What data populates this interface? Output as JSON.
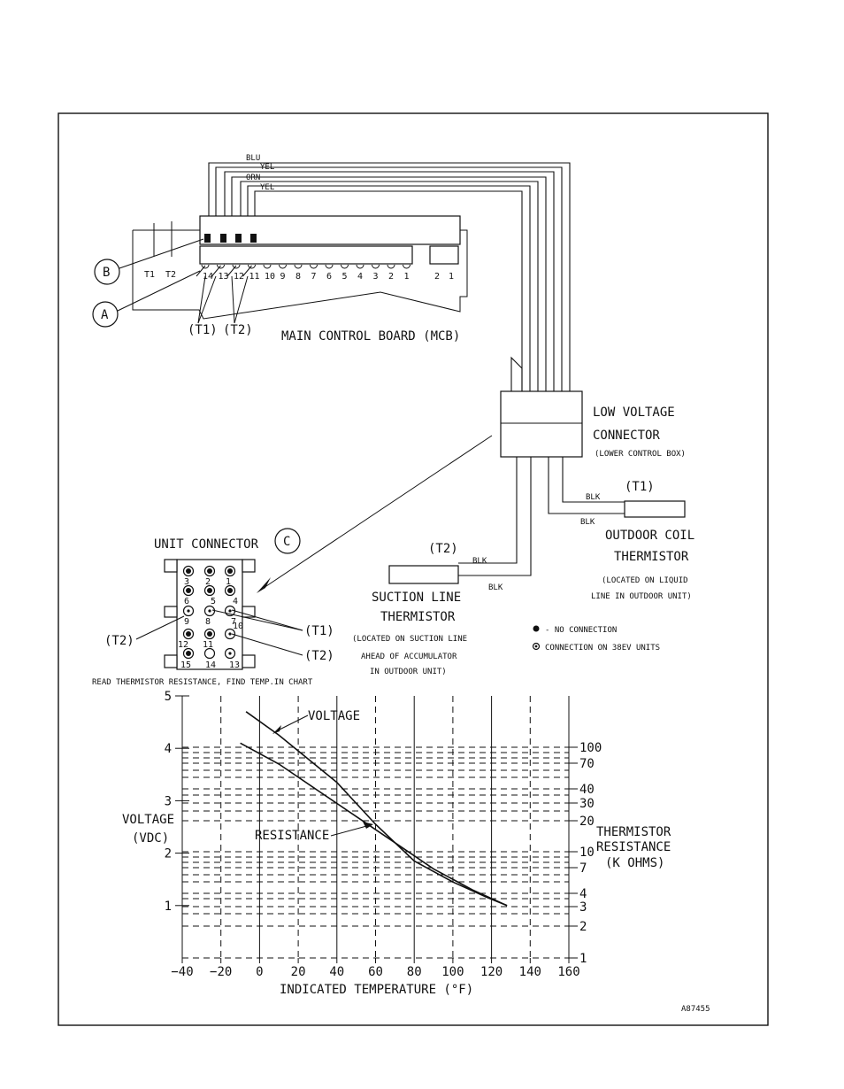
{
  "wire_colors": [
    "BLU",
    "YEL",
    "ORN",
    "YEL"
  ],
  "mcb": {
    "label": "MAIN CONTROL BOARD (MCB)",
    "t1_label": "T1",
    "t2_label": "T2",
    "callout_b": "B",
    "callout_a": "A",
    "pin_labels": [
      "14",
      "13",
      "12",
      "11",
      "10",
      "9",
      "8",
      "7",
      "6",
      "5",
      "4",
      "3",
      "2",
      "1"
    ],
    "aux_pins": [
      "2",
      "1"
    ],
    "t1_bracket": "(T1)",
    "t2_bracket": "(T2)"
  },
  "low_voltage": {
    "line1": "LOW VOLTAGE",
    "line2": "CONNECTOR",
    "note": "(LOWER CONTROL BOX)"
  },
  "outdoor_coil": {
    "tag": "(T1)",
    "wire1": "BLK",
    "wire2": "BLK",
    "line1": "OUTDOOR COIL",
    "line2": "THERMISTOR",
    "note1": "(LOCATED ON LIQUID",
    "note2": "LINE IN OUTDOOR UNIT)"
  },
  "suction_line": {
    "tag": "(T2)",
    "wire1": "BLK",
    "wire2": "BLK",
    "line1": "SUCTION LINE",
    "line2": "THERMISTOR",
    "note1": "(LOCATED ON SUCTION LINE",
    "note2": "AHEAD OF ACCUMULATOR",
    "note3": "IN OUTDOOR UNIT)"
  },
  "unit_connector": {
    "label": "UNIT CONNECTOR",
    "callout": "C",
    "pins": [
      "1",
      "2",
      "3",
      "4",
      "5",
      "6",
      "7",
      "8",
      "9",
      "10",
      "11",
      "12",
      "13",
      "14",
      "15"
    ],
    "t1_tag": "(T1)",
    "t2_tag_left": "(T2)",
    "t2_tag_right": "(T2)"
  },
  "legend": {
    "no_connection": "- NO CONNECTION",
    "connection": "CONNECTION ON 38EV UNITS"
  },
  "instruction": "READ THERMISTOR RESISTANCE, FIND TEMP.IN CHART",
  "chart_data": {
    "type": "line",
    "x_ticks": [
      -40,
      -20,
      0,
      20,
      40,
      60,
      80,
      100,
      120,
      140,
      160
    ],
    "x_range": [
      -40,
      160
    ],
    "y_left_ticks": [
      1,
      2,
      3,
      4,
      5
    ],
    "y_left_range": [
      0,
      5
    ],
    "y_right_ticks": [
      1,
      2,
      3,
      4,
      7,
      10,
      20,
      30,
      40,
      70,
      100
    ],
    "xlabel": "INDICATED TEMPERATURE (°F)",
    "ylabel_left": [
      "VOLTAGE",
      "(VDC)"
    ],
    "ylabel_right": [
      "THERMISTOR",
      "RESISTANCE",
      "(K OHMS)"
    ],
    "grid": true,
    "series": [
      {
        "name": "VOLTAGE",
        "x": [
          -7,
          10,
          40,
          60,
          80,
          100,
          118,
          128
        ],
        "y": [
          4.7,
          4.25,
          3.35,
          2.55,
          1.85,
          1.45,
          1.15,
          1.0
        ]
      },
      {
        "name": "RESISTANCE",
        "x": [
          -10,
          10,
          30,
          50,
          70,
          90,
          110,
          128
        ],
        "y": [
          4.1,
          3.7,
          3.2,
          2.7,
          2.2,
          1.7,
          1.3,
          1.0
        ]
      }
    ]
  },
  "figure_id": "A87455"
}
